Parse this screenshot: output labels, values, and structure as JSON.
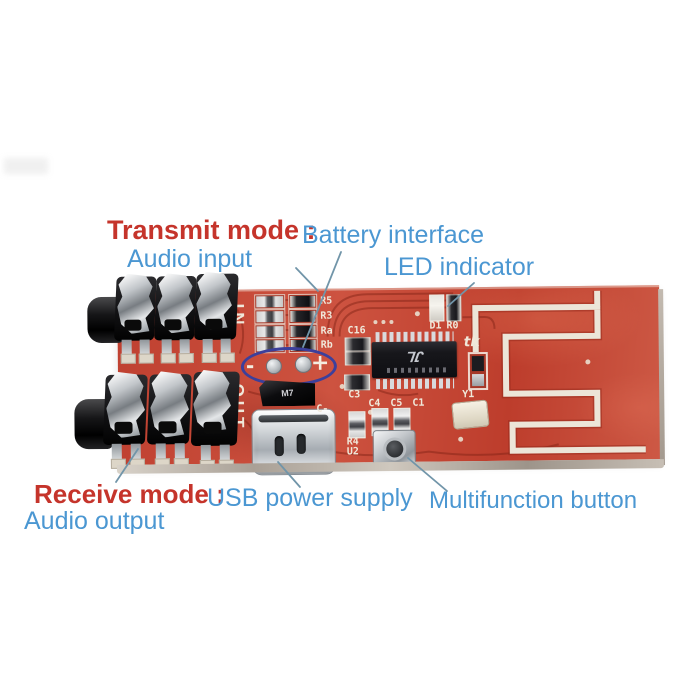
{
  "annotations": {
    "transmit_title": "Transmit mode :",
    "transmit_sub": "Audio input",
    "battery_label": "Battery interface",
    "led_label": "LED indicator",
    "receive_title": "Receive mode :",
    "receive_sub": "Audio output",
    "usb_label": "USB power supply",
    "button_label": "Multifunction button"
  },
  "board": {
    "jack_in_label": "IN",
    "jack_out_label": "OUT",
    "resistor_labels": [
      "R5",
      "R3",
      "Ra",
      "Rb"
    ],
    "cap_labels": [
      "C4",
      "C5",
      "C1"
    ],
    "c16_label": "C16",
    "c3_label": "C3",
    "c_dash_label": "C-",
    "r4_label": "R4",
    "u2_label": "U2",
    "y1_label": "Y1",
    "d1_label": "D1",
    "r0_label": "R0",
    "tk_label": "tk",
    "m7_label": "M7",
    "pad_minus": "-",
    "pad_plus": "+",
    "chip_logo": "JL"
  },
  "colors": {
    "title_red": "#c5342b",
    "label_blue": "#4b97d2",
    "pcb_red": "#c64533",
    "ellipse_blue": "#3c3f9b",
    "silkscreen_white": "#f0e8da",
    "leader_line": "#7195a9"
  }
}
